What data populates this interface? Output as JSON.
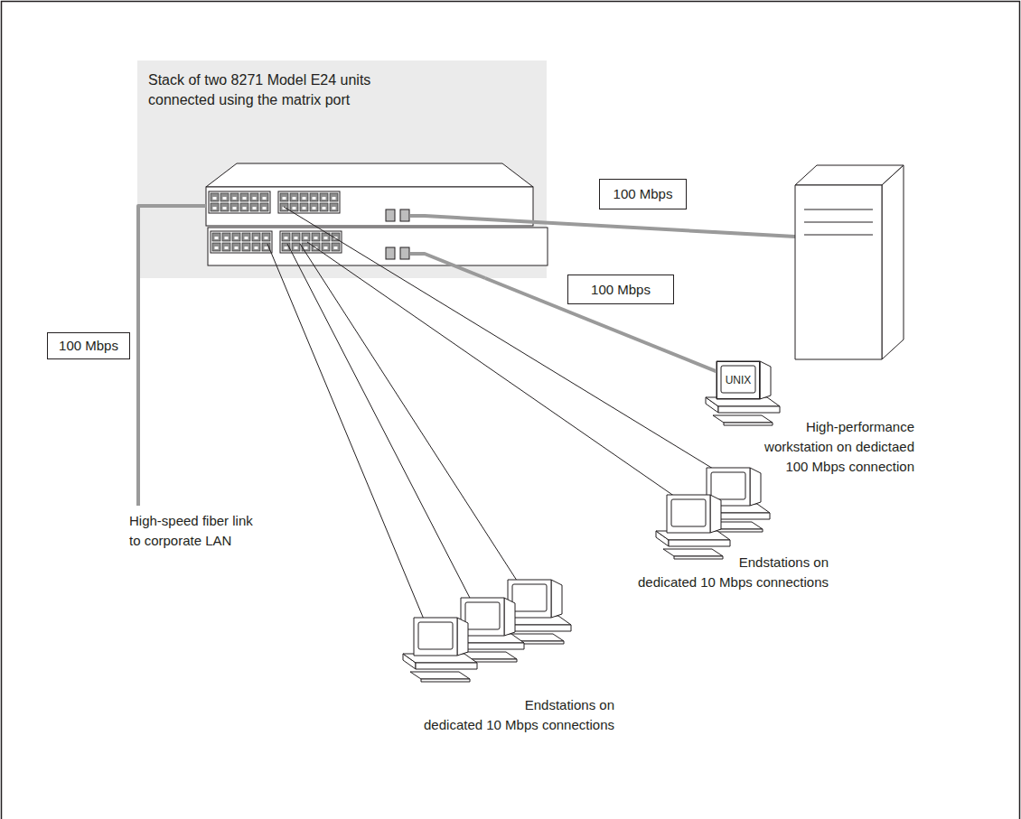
{
  "diagram": {
    "nodes": [
      {
        "text": [
          "Stack of two 8271 Model E24 units connected using the matrix port"
        ]
      },
      {
        "text": [
          "100 Mbps"
        ]
      },
      {
        "text": [
          "100 Mbps"
        ]
      },
      {
        "text": [
          "100 Mbps"
        ]
      },
      {
        "text": [
          "UNIX"
        ]
      }
    ],
    "edges": [
      {
        "from": 0,
        "to": 4,
        "arrow": "none"
      }
    ],
    "labels": [
      "High-speed fiber link to corporate LAN",
      "High-performance workstation on dedictaed 100 Mbps connection",
      "Endstations on dedicated 10 Mbps connections",
      "Endstations on dedicated 10 Mbps connections"
    ]
  }
}
